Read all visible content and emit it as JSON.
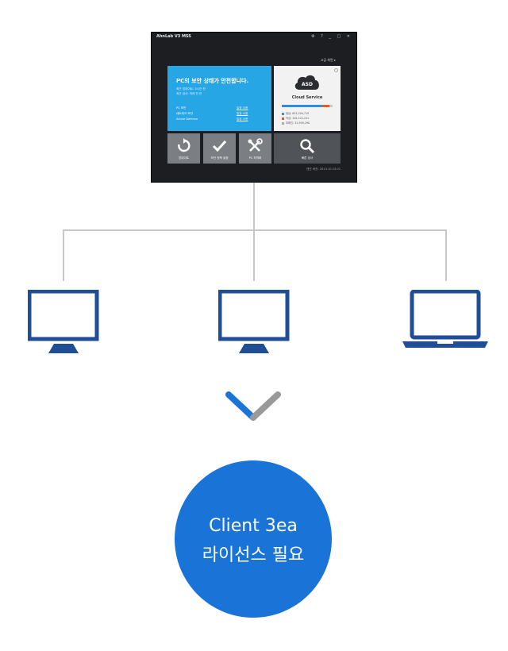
{
  "app_window": {
    "title": "AhnLab V3 MSS",
    "controls": "⚙ ? _ □ ✕",
    "menu": "고급 화면 ▸",
    "status_headline": "PC의 보안 상태가 안전합니다.",
    "last_update": "최근 업데이트: 3시간 전",
    "last_scan": "최근 검사: 어제 전 전",
    "rows": [
      {
        "label": "PC 보안",
        "link": "일정 사용"
      },
      {
        "label": "네트워크 보안",
        "link": "일정 사용"
      },
      {
        "label": "Active Defense",
        "link": "일정 사용"
      }
    ],
    "asd": {
      "badge": "ASD",
      "title": "Cloud Service",
      "stats": [
        {
          "label": "정상: 853,294,719",
          "color": "#2d8fdc"
        },
        {
          "label": "악성: 104,122,241",
          "color": "#e35a2b"
        },
        {
          "label": "미확인: 32,949,290",
          "color": "#aaaaaa"
        }
      ]
    },
    "tiles": [
      {
        "label": "업데이트",
        "icon": "refresh-icon"
      },
      {
        "label": "보안 정책 설정",
        "icon": "checkmark-icon"
      },
      {
        "label": "PC 최적화",
        "icon": "tools-icon"
      }
    ],
    "scan_tile": {
      "label": "빠른 검사",
      "icon": "search-icon"
    },
    "version": "엔진 버전: 2013.10.15.01"
  },
  "devices": [
    {
      "type": "desktop-monitor",
      "color": "#1f4e96"
    },
    {
      "type": "desktop-monitor",
      "color": "#1f4e96"
    },
    {
      "type": "laptop",
      "color": "#1f4e96"
    }
  ],
  "chevron": {
    "left_color": "#1a74d8",
    "right_color": "#999999"
  },
  "result": {
    "line1": "Client 3ea",
    "line2": "라이선스 필요",
    "color": "#1a74d8"
  }
}
